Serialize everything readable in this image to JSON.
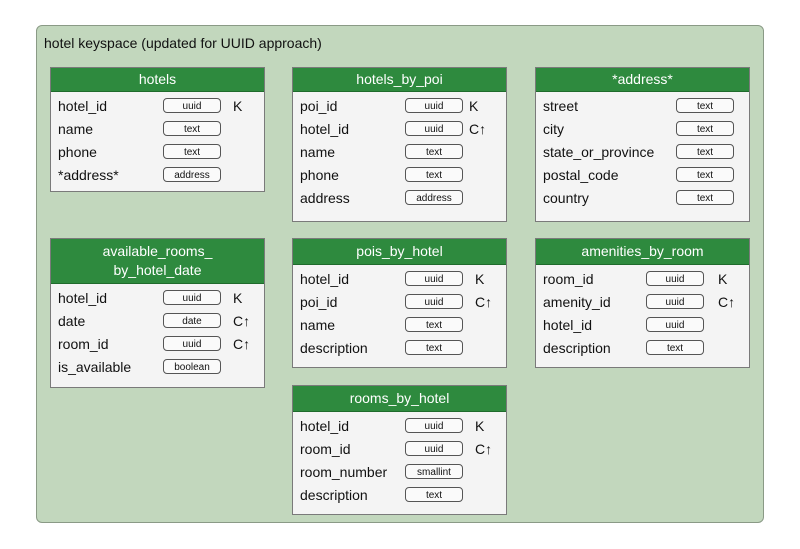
{
  "keyspace": {
    "title": "hotel keyspace (updated for UUID approach)"
  },
  "tables": {
    "hotels": {
      "header": "hotels",
      "columns": [
        {
          "name": "hotel_id",
          "type": "uuid",
          "key": "K"
        },
        {
          "name": "name",
          "type": "text",
          "key": ""
        },
        {
          "name": "phone",
          "type": "text",
          "key": ""
        },
        {
          "name": "*address*",
          "type": "address",
          "key": ""
        }
      ]
    },
    "hotels_by_poi": {
      "header": "hotels_by_poi",
      "columns": [
        {
          "name": "poi_id",
          "type": "uuid",
          "key": "K"
        },
        {
          "name": "hotel_id",
          "type": "uuid",
          "key": "C↑"
        },
        {
          "name": "name",
          "type": "text",
          "key": ""
        },
        {
          "name": "phone",
          "type": "text",
          "key": ""
        },
        {
          "name": "address",
          "type": "address",
          "key": ""
        }
      ]
    },
    "address": {
      "header": "*address*",
      "columns": [
        {
          "name": "street",
          "type": "text",
          "key": ""
        },
        {
          "name": "city",
          "type": "text",
          "key": ""
        },
        {
          "name": "state_or_province",
          "type": "text",
          "key": ""
        },
        {
          "name": "postal_code",
          "type": "text",
          "key": ""
        },
        {
          "name": "country",
          "type": "text",
          "key": ""
        }
      ]
    },
    "available_rooms": {
      "header_line1": "available_rooms_",
      "header_line2": "by_hotel_date",
      "columns": [
        {
          "name": "hotel_id",
          "type": "uuid",
          "key": "K"
        },
        {
          "name": "date",
          "type": "date",
          "key": "C↑"
        },
        {
          "name": "room_id",
          "type": "uuid",
          "key": "C↑"
        },
        {
          "name": "is_available",
          "type": "boolean",
          "key": ""
        }
      ]
    },
    "pois_by_hotel": {
      "header": "pois_by_hotel",
      "columns": [
        {
          "name": "hotel_id",
          "type": "uuid",
          "key": "K"
        },
        {
          "name": "poi_id",
          "type": "uuid",
          "key": "C↑"
        },
        {
          "name": "name",
          "type": "text",
          "key": ""
        },
        {
          "name": "description",
          "type": "text",
          "key": ""
        }
      ]
    },
    "amenities_by_room": {
      "header": "amenities_by_room",
      "columns": [
        {
          "name": "room_id",
          "type": "uuid",
          "key": "K"
        },
        {
          "name": "amenity_id",
          "type": "uuid",
          "key": "C↑"
        },
        {
          "name": "hotel_id",
          "type": "uuid",
          "key": ""
        },
        {
          "name": "description",
          "type": "text",
          "key": ""
        }
      ]
    },
    "rooms_by_hotel": {
      "header": "rooms_by_hotel",
      "columns": [
        {
          "name": "hotel_id",
          "type": "uuid",
          "key": "K"
        },
        {
          "name": "room_id",
          "type": "uuid",
          "key": "C↑"
        },
        {
          "name": "room_number",
          "type": "smallint",
          "key": ""
        },
        {
          "name": "description",
          "type": "text",
          "key": ""
        }
      ]
    }
  }
}
